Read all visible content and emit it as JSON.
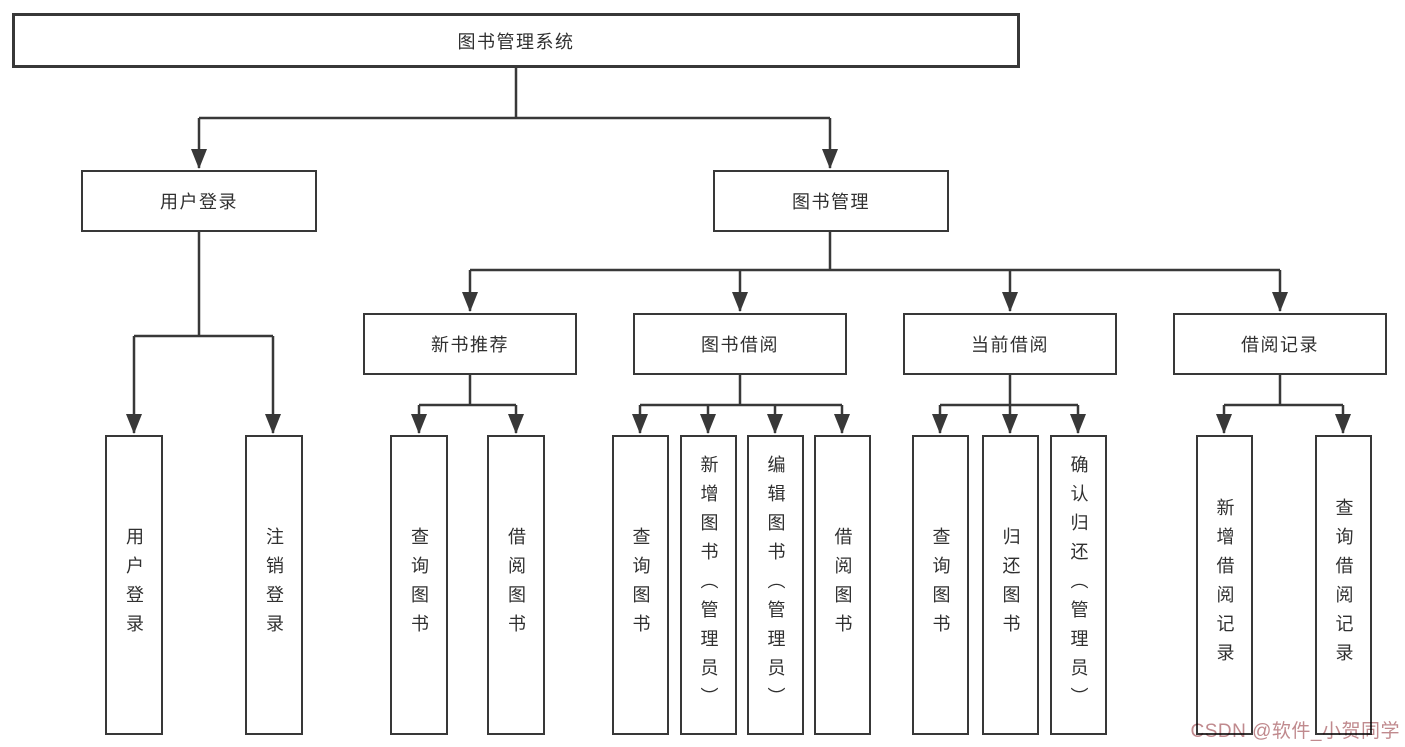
{
  "tree": {
    "label": "图书管理系统",
    "children": [
      {
        "label": "用户登录",
        "children": [
          {
            "label": "用户登录"
          },
          {
            "label": "注销登录"
          }
        ]
      },
      {
        "label": "图书管理",
        "children": [
          {
            "label": "新书推荐",
            "children": [
              {
                "label": "查询图书"
              },
              {
                "label": "借阅图书"
              }
            ]
          },
          {
            "label": "图书借阅",
            "children": [
              {
                "label": "查询图书"
              },
              {
                "label": "新增图书（管理员）"
              },
              {
                "label": "编辑图书（管理员）"
              },
              {
                "label": "借阅图书"
              }
            ]
          },
          {
            "label": "当前借阅",
            "children": [
              {
                "label": "查询图书"
              },
              {
                "label": "归还图书"
              },
              {
                "label": "确认归还（管理员）"
              }
            ]
          },
          {
            "label": "借阅记录",
            "children": [
              {
                "label": "新增借阅记录"
              },
              {
                "label": "查询借阅记录"
              }
            ]
          }
        ]
      }
    ]
  },
  "watermark": {
    "text": "CSDN @软件_小贺同学"
  },
  "colors": {
    "line": "#383838",
    "text": "#303030",
    "background": "#ffffff",
    "watermark": "#c08a8e"
  }
}
